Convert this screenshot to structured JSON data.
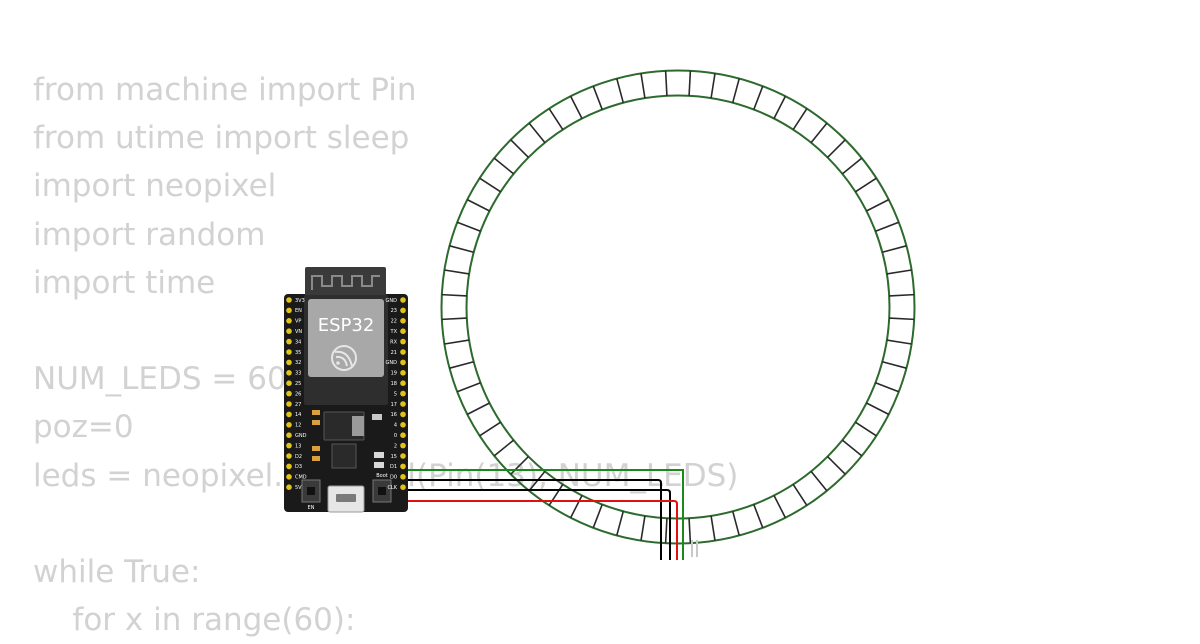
{
  "code_lines": [
    "from machine import Pin",
    "from utime import sleep",
    "import neopixel",
    "import random",
    "import time",
    "",
    "NUM_LEDS = 60",
    "poz=0",
    "leds = neopixel.NeoPixel(Pin(13), NUM_LEDS)",
    "",
    "while True:",
    "    for x in range(60):"
  ],
  "board": {
    "label": "ESP32",
    "boot_label": "Boot",
    "en_label": "EN",
    "left_pins": [
      "3V3",
      "EN",
      "VP",
      "VN",
      "34",
      "35",
      "32",
      "33",
      "25",
      "26",
      "27",
      "14",
      "12",
      "GND",
      "13",
      "D2",
      "D3",
      "CMD",
      "5V"
    ],
    "right_pins": [
      "GND",
      "23",
      "22",
      "TX",
      "RX",
      "21",
      "GND",
      "19",
      "18",
      "5",
      "17",
      "16",
      "4",
      "0",
      "2",
      "15",
      "D1",
      "D0",
      "CLK"
    ]
  },
  "ring": {
    "led_count": 60
  },
  "colors": {
    "code_text": "#d2d2d2",
    "board": "#1a1a1a",
    "pin": "#e3c319",
    "ring_outline": "#2d6a2d",
    "wire_signal": "#1a8a1a",
    "wire_gnd": "#000000",
    "wire_vcc": "#e01010"
  }
}
